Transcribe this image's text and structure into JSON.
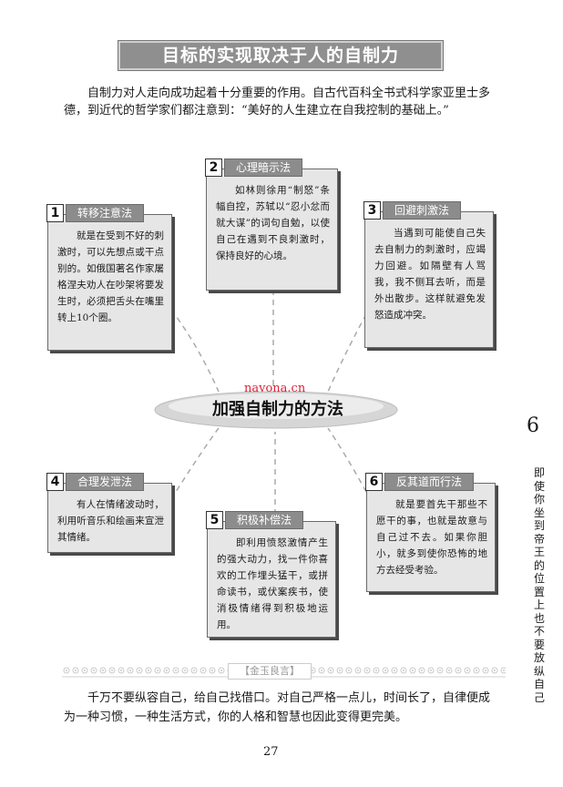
{
  "banner_title": "目标的实现取决于人的自制力",
  "intro_text": "自制力对人走向成功起着十分重要的作用。自古代百科全书式科学家亚里士多德，到近代的哲学家们都注意到：“美好的人生建立在自我控制的基础上。”",
  "center_label": "加强自制力的方法",
  "watermark": "navona.cn",
  "methods": [
    {
      "num": "1",
      "title": "转移注意法",
      "text": "就是在受到不好的刺激时，可以先想点或干点别的。如俄国著名作家屠格涅夫劝人在吵架将要发生时，必须把舌头在嘴里转上10个圈。"
    },
    {
      "num": "2",
      "title": "心理暗示法",
      "text": "如林则徐用“制怒”条幅自控，苏轼以“忍小忿而就大谋”的词句自勉，以使自己在遇到不良刺激时，保持良好的心境。"
    },
    {
      "num": "3",
      "title": "回避刺激法",
      "text": "当遇到可能使自己失去自制力的刺激时，应竭力回避。如隔壁有人骂我，我不侧耳去听，而是外出散步。这样就避免发怒造成冲突。"
    },
    {
      "num": "4",
      "title": "合理发泄法",
      "text": "有人在情绪波动时，利用听音乐和绘画来宣泄其情绪。"
    },
    {
      "num": "5",
      "title": "积极补偿法",
      "text": "即利用愤怒激情产生的强大动力，找一件你喜欢的工作埋头猛干，或拼命读书，或伏案疾书，使消极情绪得到积极地运用。"
    },
    {
      "num": "6",
      "title": "反其道而行法",
      "text": "就是要首先干那些不愿干的事，也就是故意与自己过不去。如果你胆小，就多到使你恐怖的地方去经受考验。"
    }
  ],
  "motto_label": "【金玉良言】",
  "motto_text": "千万不要纵容自己，给自己找借口。对自己严格一点儿，时间长了，自律便成为一种习惯，一种生活方式，你的人格和智慧也因此变得更完美。",
  "chapter_number": "6",
  "side_title": "即使你坐到帝王的位置上也不要放纵自己",
  "page_number": "27"
}
